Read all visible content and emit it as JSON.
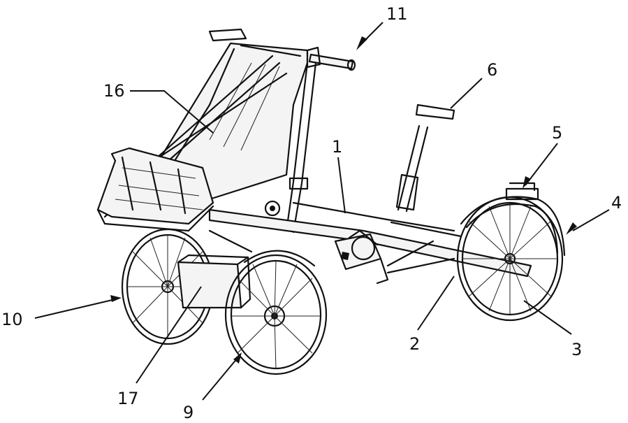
{
  "figure": {
    "labels": {
      "n1": "1",
      "n2": "2",
      "n3": "3",
      "n4": "4",
      "n5": "5",
      "n6": "6",
      "n9": "9",
      "n10": "10",
      "n11": "11",
      "n16": "16",
      "n17": "17"
    }
  }
}
